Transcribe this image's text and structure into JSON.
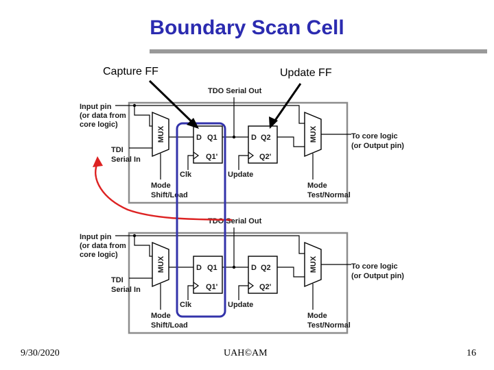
{
  "slide": {
    "title": "Boundary Scan Cell",
    "callouts": {
      "capture": "Capture FF",
      "update": "Update FF"
    },
    "cell_labels": {
      "tdo": "TDO Serial Out",
      "input_pin": [
        "Input pin",
        "(or data from",
        "core logic)"
      ],
      "tdi": [
        "TDI",
        "Serial In"
      ],
      "mux": "MUX",
      "d": "D",
      "q1": "Q1",
      "q1b": "Q1'",
      "q2": "Q2",
      "q2b": "Q2'",
      "clk": "Clk",
      "update": "Update",
      "mode_left": [
        "Mode",
        "Shift/Load"
      ],
      "mode_right": [
        "Mode",
        "Test/Normal"
      ],
      "core": [
        "To core logic",
        "(or Output pin)"
      ]
    },
    "colors": {
      "title": "#2b2bb0",
      "highlight": "#3333aa",
      "chain": "#dd2222"
    },
    "footer": {
      "date": "9/30/2020",
      "center": "UAH©AM",
      "page": "16"
    }
  }
}
